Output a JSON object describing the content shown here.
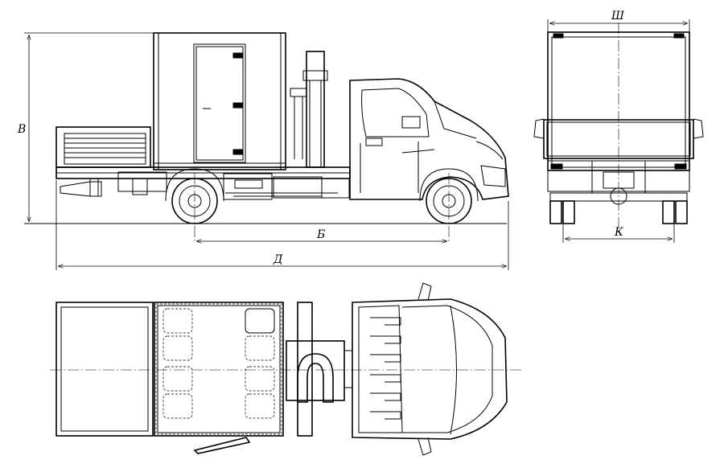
{
  "dimensions": {
    "height_label": "В",
    "wheelbase_label": "Б",
    "length_label": "Д",
    "width_label": "Ш",
    "track_label": "К"
  }
}
